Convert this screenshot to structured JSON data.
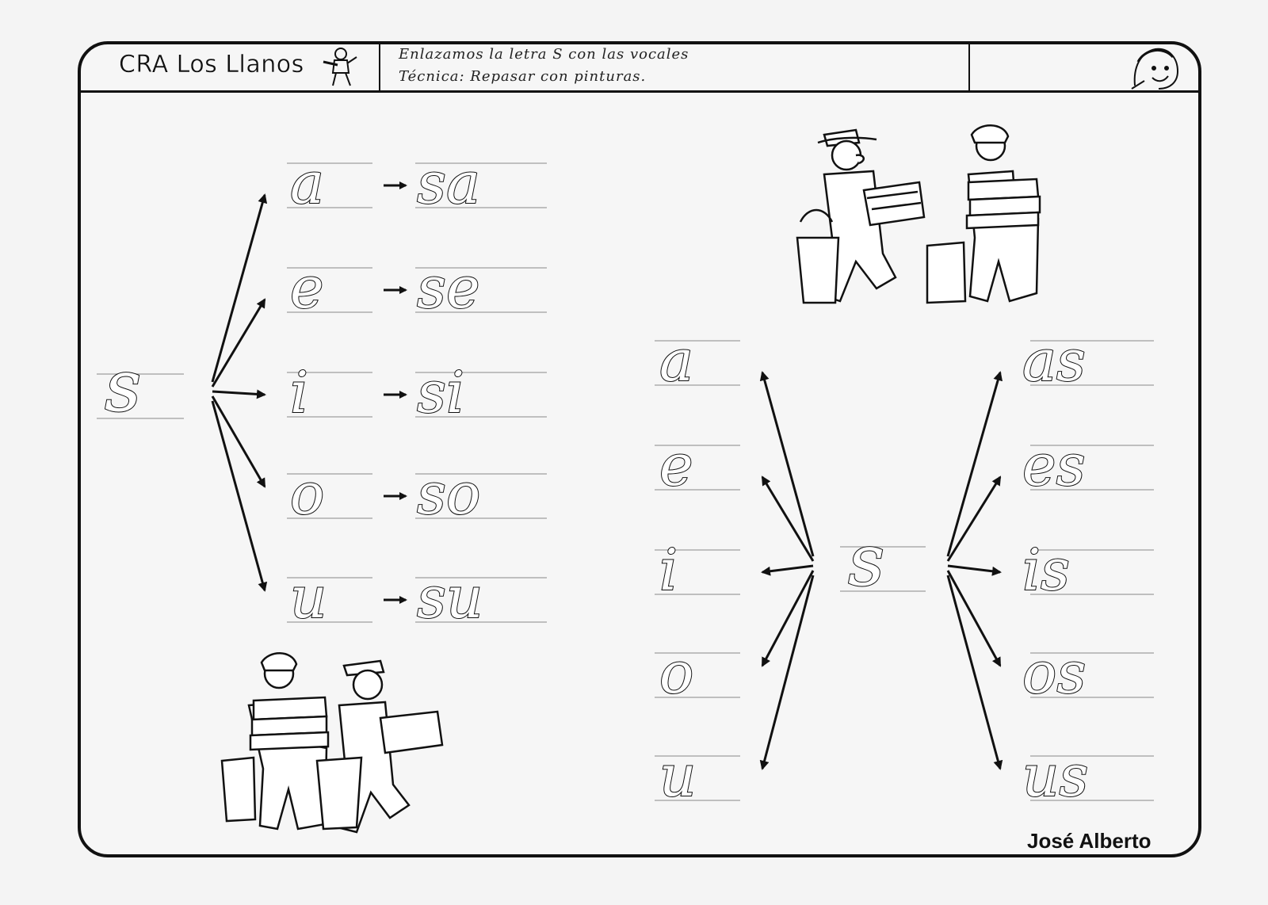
{
  "header": {
    "school": "CRA Los Llanos",
    "title": "Enlazamos la letra S con las vocales",
    "technique": "Técnica: Repasar con pinturas."
  },
  "left_group": {
    "source_letter": "s",
    "vowels": [
      "a",
      "e",
      "i",
      "o",
      "u"
    ],
    "syllables": [
      "sa",
      "se",
      "si",
      "so",
      "su"
    ]
  },
  "right_group": {
    "source_letter": "s",
    "vowels": [
      "a",
      "e",
      "i",
      "o",
      "u"
    ],
    "syllables": [
      "as",
      "es",
      "is",
      "os",
      "us"
    ]
  },
  "footer": {
    "author": "José Alberto"
  },
  "icons": {
    "header_left": "painter-kid-icon",
    "header_right": "smiling-kid-face-icon",
    "illustration_top": "shopping-couple-illustration",
    "illustration_bottom": "shopping-couple-illustration"
  },
  "colors": {
    "ink": "#111111",
    "paper": "#f6f6f6"
  }
}
